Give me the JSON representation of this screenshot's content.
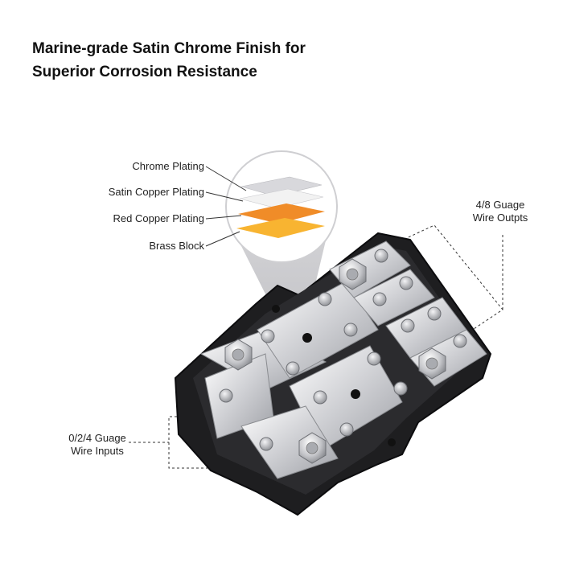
{
  "headline": {
    "line1": "Marine-grade Satin Chrome Finish for",
    "line2": "Superior Corrosion Resistance"
  },
  "layers": [
    {
      "label": "Chrome Plating",
      "color": "#d8d8dc"
    },
    {
      "label": "Satin Copper Plating",
      "color": "#f2f2f2"
    },
    {
      "label": "Red Copper Plating",
      "color": "#f08c28"
    },
    {
      "label": "Brass Block",
      "color": "#f8b431"
    }
  ],
  "callouts": {
    "outputs": {
      "line1": "4/8 Guage",
      "line2": "Wire Outpts"
    },
    "inputs": {
      "line1": "0/2/4 Guage",
      "line2": "Wire Inputs"
    }
  },
  "product": {
    "base_color": "#1e1e20",
    "bar_color": "#d9dadd"
  }
}
